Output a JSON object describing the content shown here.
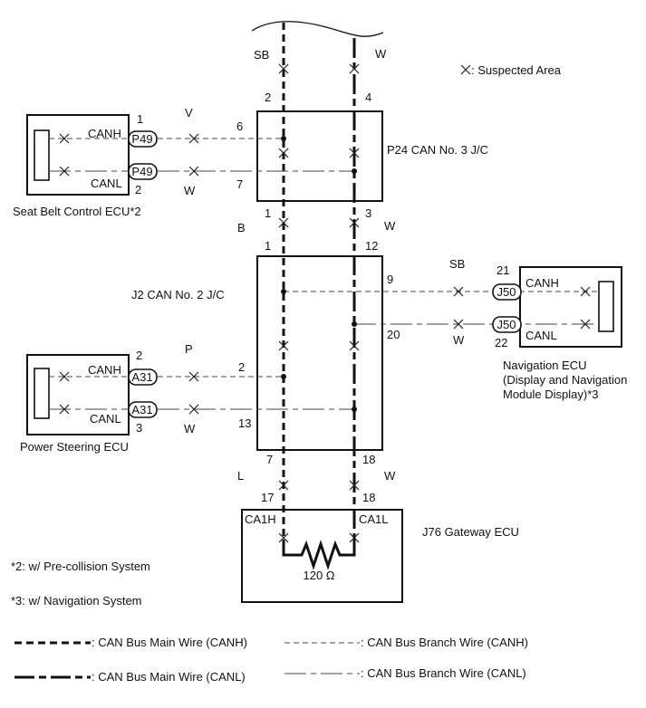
{
  "legend_suspected": ": Suspected Area",
  "top_wires": {
    "canh_color": "SB",
    "canl_color": "W",
    "canh_pin": "2",
    "canl_pin": "4"
  },
  "p24": {
    "label": "P24  CAN No. 3 J/C",
    "pin_branch_h": "6",
    "pin_branch_l": "7",
    "pin_bottom_h": "1",
    "pin_bottom_l": "3"
  },
  "seat_belt": {
    "name": "Seat Belt Control ECU*2",
    "canh": "CANH",
    "canl": "CANL",
    "pin_h": "1",
    "pin_l": "2",
    "connector": "P49",
    "color_h": "V",
    "color_l": "W"
  },
  "link_p24_j2": {
    "canh_color": "B",
    "canl_color": "W",
    "j2_pin_h": "1",
    "j2_pin_l": "12"
  },
  "j2": {
    "label": "J2  CAN No. 2 J/C",
    "pin_nav_h": "9",
    "pin_nav_l": "20",
    "pin_ps_h": "2",
    "pin_ps_l": "13",
    "pin_bottom_h": "7",
    "pin_bottom_l": "18"
  },
  "navigation": {
    "name_lines": [
      "Navigation ECU",
      "(Display and Navigation",
      "Module Display)*3"
    ],
    "canh": "CANH",
    "canl": "CANL",
    "pin_h": "21",
    "pin_l": "22",
    "connector": "J50",
    "color_h": "SB",
    "color_l": "W"
  },
  "power_steering": {
    "name": "Power Steering ECU",
    "canh": "CANH",
    "canl": "CANL",
    "pin_h": "2",
    "pin_l": "3",
    "connector": "A31",
    "color_h": "P",
    "color_l": "W"
  },
  "link_j2_j76": {
    "canh_color": "L",
    "canl_color": "W",
    "j76_pin_h": "17",
    "j76_pin_l": "18"
  },
  "j76": {
    "label": "J76  Gateway ECU",
    "ca1h": "CA1H",
    "ca1l": "CA1L",
    "resistor": "120 Ω"
  },
  "notes": [
    "*2: w/ Pre-collision System",
    "*3: w/ Navigation System"
  ],
  "legend": [
    {
      "style": "main-h",
      "label": ": CAN Bus Main Wire (CANH)"
    },
    {
      "style": "br-h",
      "label": ": CAN Bus Branch Wire (CANH)"
    },
    {
      "style": "main-l",
      "label": ": CAN Bus Main Wire (CANL)"
    },
    {
      "style": "br-l",
      "label": ": CAN Bus Branch Wire (CANL)"
    }
  ]
}
